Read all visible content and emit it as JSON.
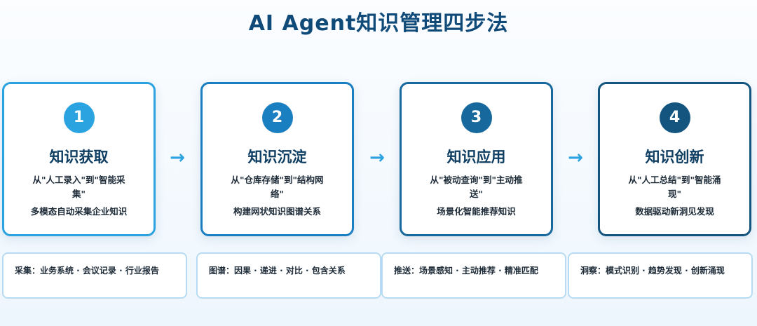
{
  "title": "AI Agent知识管理四步法",
  "steps": [
    {
      "number": "1",
      "title": "知识获取",
      "desc": "从\"人工录入\"到\"智能采集\"",
      "sub": "多模态自动采集企业知识",
      "detail": "采集：业务系统 · 会议记录 · 行业报告"
    },
    {
      "number": "2",
      "title": "知识沉淀",
      "desc": "从\"仓库存储\"到\"结构网络\"",
      "sub": "构建网状知识图谱关系",
      "detail": "图谱：因果 · 递进 · 对比 · 包含关系"
    },
    {
      "number": "3",
      "title": "知识应用",
      "desc": "从\"被动查询\"到\"主动推送\"",
      "sub": "场景化智能推荐知识",
      "detail": "推送：场景感知 · 主动推荐 · 精准匹配"
    },
    {
      "number": "4",
      "title": "知识创新",
      "desc": "从\"人工总结\"到\"智能涌现\"",
      "sub": "数据驱动新洞见发现",
      "detail": "洞察：模式识别 · 趋势发现 · 创新涌现"
    }
  ],
  "arrow_icon": "arrow-right-icon",
  "colors": {
    "step1": "#2aa3e0",
    "step2": "#1a7fc0",
    "step3": "#17689c",
    "step4": "#145580",
    "title": "#0f4a78"
  }
}
